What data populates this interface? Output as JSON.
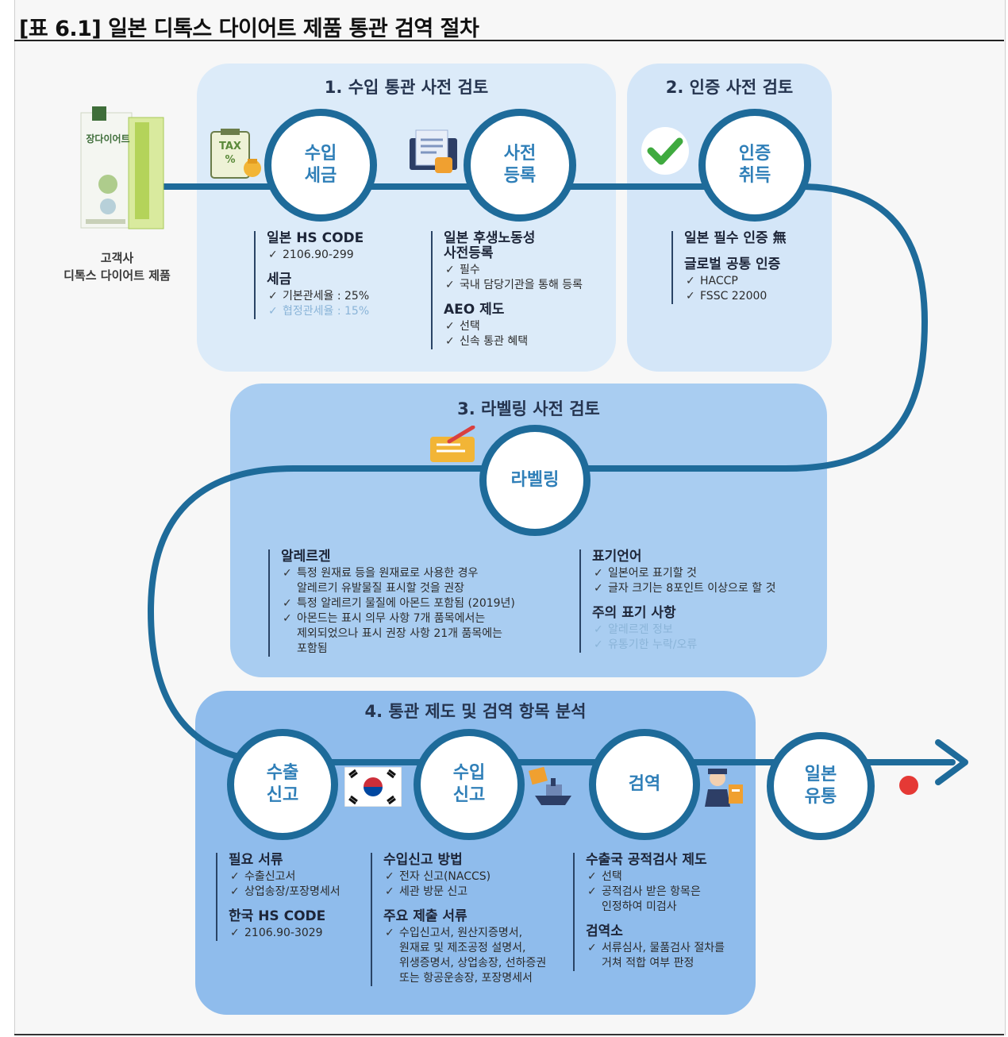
{
  "title": "[표 6.1] 일본 디톡스 다이어트 제품 통관 검역 절차",
  "product": {
    "label_line1": "고객사",
    "label_line2": "디톡스 다이어트 제품",
    "package_text": "장다이어트"
  },
  "section1": {
    "title": "1. 수입 통관 사전 검토",
    "circle_tax": "수입\n세금",
    "circle_reg": "사전\n등록",
    "icon_tax_text": "TAX\n%",
    "hs": {
      "heading": "일본 HS CODE",
      "items": [
        "2106.90-299"
      ]
    },
    "tax": {
      "heading": "세금",
      "items": [
        "기본관세율 : 25%",
        "협정관세율 : 15%"
      ]
    },
    "reg": {
      "heading": "일본 후생노동성\n사전등록",
      "items": [
        "필수",
        "국내 담당기관을 통해 등록"
      ]
    },
    "aeo": {
      "heading": "AEO 제도",
      "items": [
        "선택",
        "신속 통관 혜택"
      ]
    }
  },
  "section2": {
    "title": "2. 인증 사전 검토",
    "circle": "인증\n취득",
    "required": {
      "heading": "일본 필수 인증 無"
    },
    "global": {
      "heading": "글로벌 공통 인증",
      "items": [
        "HACCP",
        "FSSC 22000"
      ]
    }
  },
  "section3": {
    "title": "3. 라벨링 사전 검토",
    "circle": "라벨링",
    "allergen": {
      "heading": "알레르겐",
      "items": [
        "특정 원재료 등을 원재료로 사용한 경우\n알레르기 유발물질 표시할 것을 권장",
        "특정 알레르기 물질에 아몬드 포함됨 (2019년)",
        "아몬드는 표시 의무 사항 7개 품목에서는\n제외되었으나 표시 권장 사항 21개 품목에는\n포함됨"
      ]
    },
    "lang": {
      "heading": "표기언어",
      "items": [
        "일본어로 표기할 것",
        "글자 크기는 8포인트 이상으로 할 것"
      ]
    },
    "caution": {
      "heading": "주의 표기 사항",
      "items": [
        "알레르겐 정보",
        "유통기한 누락/오류"
      ]
    }
  },
  "section4": {
    "title": "4. 통관 제도 및 검역 항목 분석",
    "circle_export": "수출\n신고",
    "circle_import": "수입\n신고",
    "circle_quarantine": "검역",
    "circle_dist": "일본\n유통",
    "docs": {
      "heading": "필요 서류",
      "items": [
        "수출신고서",
        "상업송장/포장명세서"
      ]
    },
    "kr_hs": {
      "heading": "한국 HS CODE",
      "items": [
        "2106.90-3029"
      ]
    },
    "method": {
      "heading": "수입신고 방법",
      "items": [
        "전자 신고(NACCS)",
        "세관 방문 신고"
      ]
    },
    "main_docs": {
      "heading": "주요 제출 서류",
      "items": [
        "수입신고서, 원산지증명서,\n원재료 및 제조공정 설명서,\n위생증명서, 상업송장, 선하증권\n또는 항공운송장, 포장명세서"
      ]
    },
    "inspect": {
      "heading": "수출국 공적검사 제도",
      "items": [
        "선택",
        "공적검사 받은 항목은\n인정하여 미검사"
      ]
    },
    "station": {
      "heading": "검역소",
      "items": [
        "서류심사, 물품검사 절차를\n거쳐 적합 여부 판정"
      ]
    }
  },
  "colors": {
    "flow_line": "#1e6b9a",
    "panel1": "#dcebf9",
    "panel3": "#a9cdf1",
    "panel4": "#8fbcec",
    "circle_text": "#2f7fb8",
    "red_dot": "#e53935"
  }
}
